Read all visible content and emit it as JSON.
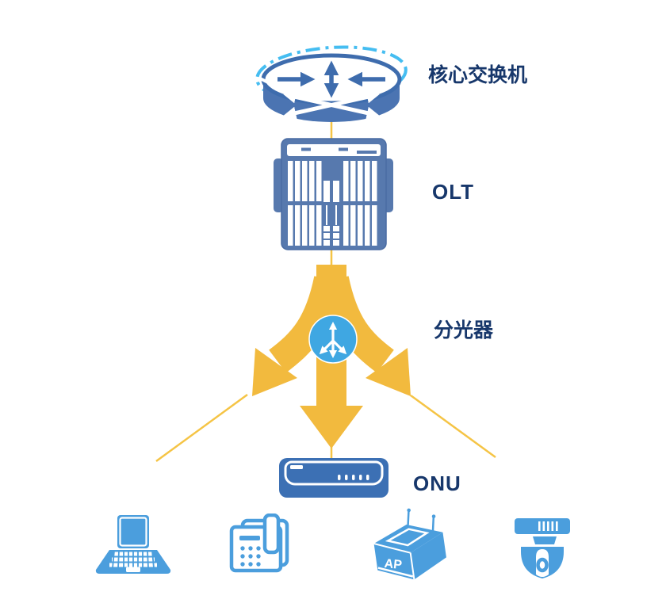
{
  "diagram": {
    "nodes": [
      {
        "id": "core-switch",
        "label": "核心交换机"
      },
      {
        "id": "olt",
        "label": "OLT"
      },
      {
        "id": "splitter",
        "label": "分光器"
      },
      {
        "id": "onu",
        "label": "ONU"
      }
    ],
    "devices": [
      {
        "id": "laptop"
      },
      {
        "id": "ip-phone"
      },
      {
        "id": "wireless-ap",
        "label": "AP"
      },
      {
        "id": "ip-camera"
      }
    ],
    "colors": {
      "background": "#FFFFFF",
      "label_navy": "#17376B",
      "arrow_yellow": "#F2BA3E",
      "link_yellow": "#F5C445",
      "core_switch_blue": "#4B74B2",
      "core_switch_dark": "#3E6CAD",
      "halo_light_blue": "#45BDF1",
      "olt_blue": "#5779AE",
      "onu_blue": "#3C70B4",
      "splitter_circle_blue": "#3FA7E2",
      "device_blue": "#4B9EDD"
    }
  }
}
